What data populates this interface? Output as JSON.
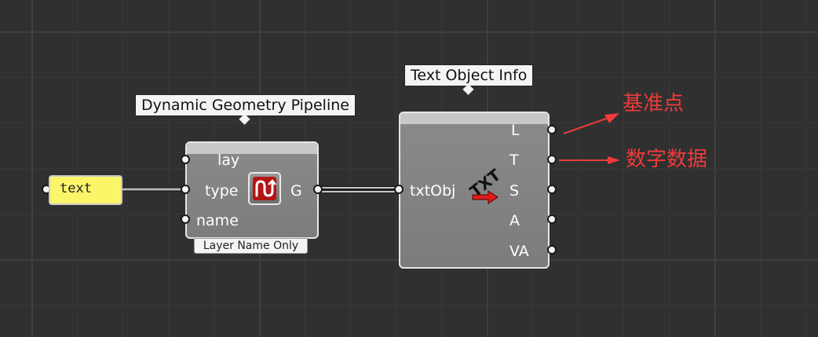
{
  "panel": {
    "text": "text"
  },
  "dgp": {
    "tooltip": "Dynamic Geometry Pipeline",
    "inputs": [
      "lay",
      "type",
      "name"
    ],
    "output": "G",
    "icon": "dynamic-pipeline-icon",
    "sublabel": "Layer Name Only"
  },
  "toi": {
    "tooltip": "Text Object Info",
    "input": "txtObj",
    "outputs": [
      "L",
      "T",
      "S",
      "A",
      "VA"
    ],
    "icon": "text-object-info-icon"
  },
  "annotations": {
    "first": "基准点",
    "second": "数字数据",
    "color": "#ef3b3b"
  },
  "colors": {
    "canvas": "#303030",
    "panel": "#fbf56a",
    "component": "#838383"
  }
}
